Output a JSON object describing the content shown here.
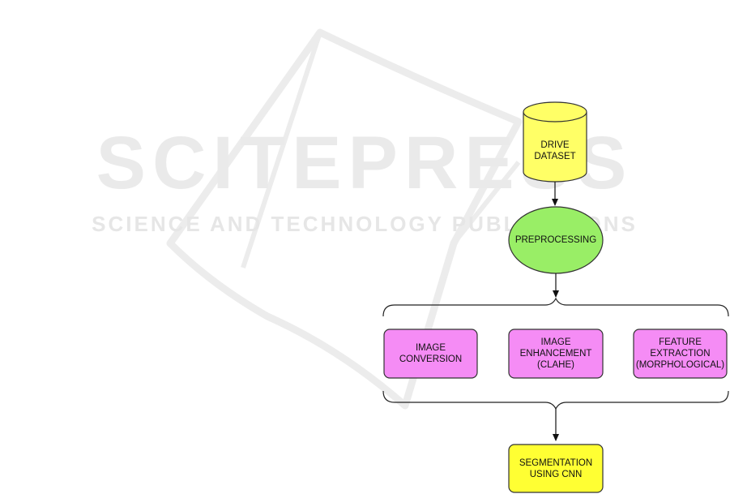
{
  "watermark": {
    "brand": "SCITEPRESS",
    "tagline": "SCIENCE AND TECHNOLOGY PUBLICATIONS",
    "color": "#e6e6e6"
  },
  "nodes": {
    "dataset": {
      "label": "DRIVE\nDATASET",
      "color": "#ffff66",
      "shape": "cylinder"
    },
    "preprocessing": {
      "label": "PREPROCESSING",
      "color": "#99ee66",
      "shape": "ellipse"
    },
    "image_conversion": {
      "label": "IMAGE\nCONVERSION",
      "color": "#f58cf5",
      "shape": "rounded-rect"
    },
    "image_enhancement": {
      "label": "IMAGE\nENHANCEMENT\n(CLAHE)",
      "color": "#f58cf5",
      "shape": "rounded-rect"
    },
    "feature_extraction": {
      "label": "FEATURE\nEXTRACTION\n(MORPHOLOGICAL)",
      "color": "#f58cf5",
      "shape": "rounded-rect"
    },
    "segmentation": {
      "label": "SEGMENTATION\nUSING CNN",
      "color": "#ffff33",
      "shape": "rounded-rect"
    }
  },
  "edges": [
    {
      "from": "dataset",
      "to": "preprocessing"
    },
    {
      "from": "preprocessing",
      "to": "preprocessing-group"
    },
    {
      "from": "preprocessing-group",
      "to": "segmentation"
    }
  ]
}
